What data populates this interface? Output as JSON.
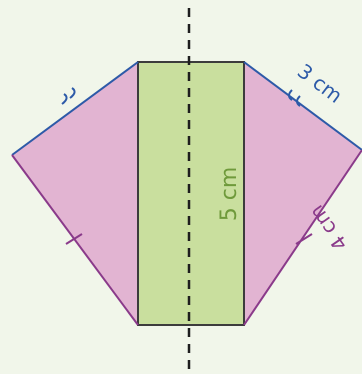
{
  "labels": {
    "top_right_edge": "3 cm",
    "bottom_right_edge": "4 cm",
    "rectangle_height": "5 cm"
  },
  "colors": {
    "background": "#f1f6ea",
    "triangle_fill": "#e2b4d2",
    "rectangle_fill": "#c9df9e",
    "rectangle_outline": "#3c3c3c",
    "upper_edge_color": "#2d5aa8",
    "lower_edge_color": "#8a3a8a",
    "height_label_color": "#6f9a3b",
    "symmetry_axis_color": "#1e1e1e"
  },
  "icons": {
    "single_tick": "tick-mark",
    "double_tick": "double-tick-mark"
  }
}
